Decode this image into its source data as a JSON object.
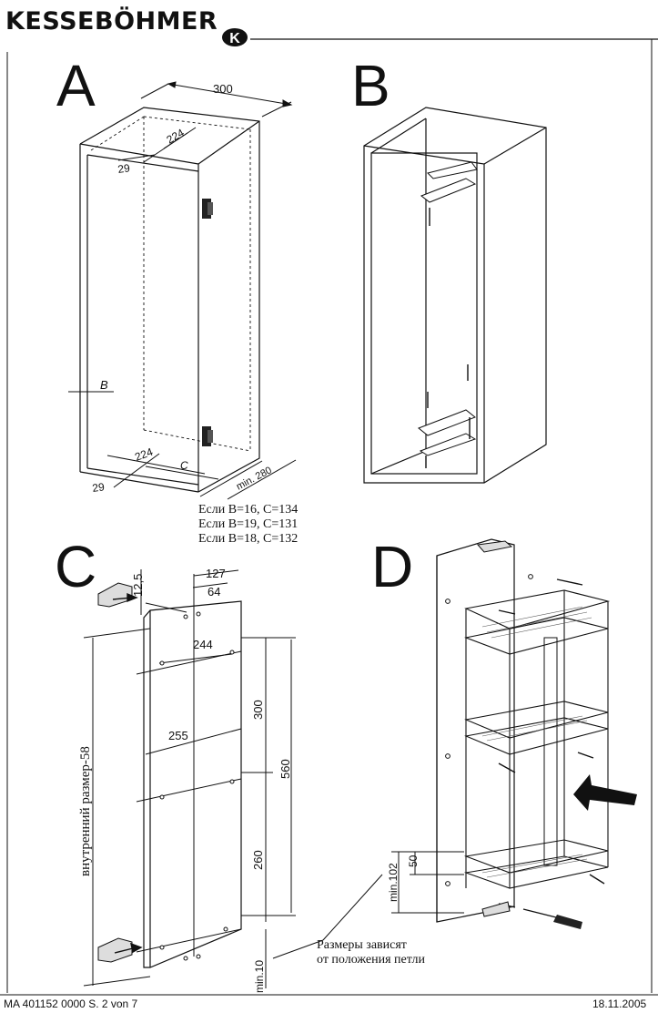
{
  "header": {
    "brand": "KESSEBÖHMER",
    "badge_letter": "K"
  },
  "panels": {
    "A": {
      "letter": "A",
      "dims": {
        "top": "300",
        "d224": "224",
        "d29": "29",
        "b": "B",
        "d224b": "224",
        "c": "C",
        "d29b": "29",
        "min280": "min. 280"
      }
    },
    "B": {
      "letter": "B"
    },
    "C": {
      "letter": "C",
      "dims": {
        "d12_5": "12,5",
        "d127": "127",
        "d64": "64",
        "d244": "244",
        "d255": "255",
        "d300": "300",
        "d560": "560",
        "d260": "260",
        "min10": "min.10",
        "side": "внутренний размер-58"
      }
    },
    "D": {
      "letter": "D",
      "dims": {
        "d50": "50",
        "min102": "min.102"
      }
    }
  },
  "notes": {
    "c_values": [
      "Если B=16, C=134",
      "Если B=19, C=131",
      "Если B=18, C=132"
    ],
    "hinge": [
      "Размеры зависят",
      "от положения петли"
    ]
  },
  "footer": {
    "left": "MA 401152 0000 S. 2 von 7",
    "right": "18.11.2005"
  }
}
